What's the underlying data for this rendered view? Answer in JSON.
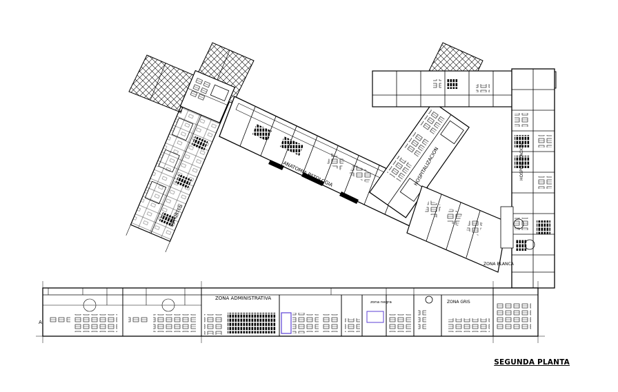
{
  "plan": {
    "title": "SEGUNDA PLANTA",
    "zones": {
      "administrativa": "ZONA ADMINISTRATIVA",
      "negra": "zona negra",
      "gris": "ZONA GRIS",
      "blanca": "ZONA BLANCA",
      "anatomia": "ANATOMIA PATOLOGIA",
      "hospitalizacion_center": "HOSPITALIZACION",
      "hospitalizacion_right": "HOSPITALIZACION",
      "soporte": "SOPORTES",
      "a_mark": "A"
    },
    "colors": {
      "line": "#000000",
      "accent": "#5b3fd6"
    }
  }
}
